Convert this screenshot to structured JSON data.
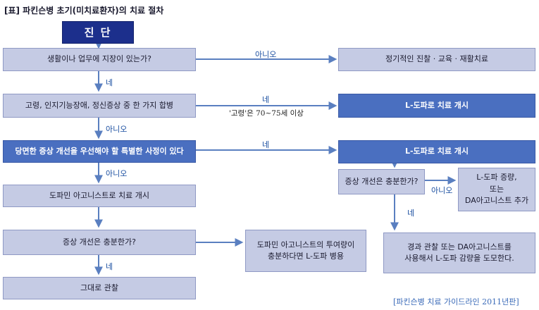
{
  "title": "[표] 파킨슨병 초기(미치료환자)의 치료 절차",
  "diagnosis": "진 단",
  "nodes": {
    "q1": "생활이나 업무에 지장이 있는가?",
    "r1": "정기적인 진찰 · 교육 · 재활치료",
    "q2": "고령, 인지기능장애, 정신증상 중 한 가지 합병",
    "r2": "L-도파로 치료 개시",
    "q3": "당면한 증상 개선을 우선해야 할 특별한 사정이 있다",
    "r3": "L-도파로 치료 개시",
    "s1": "도파민 아고니스트로 치료 개시",
    "q4": "증상 개선은 충분한가?",
    "r4_line1": "도파민 아고니스트의 투여량이",
    "r4_line2": "충분하다면 L-도파 병용",
    "end": "그대로 관찰",
    "q5": "증상 개선은 충분한가?",
    "r5_line1": "L-도파 증량,",
    "r5_line2": "또는",
    "r5_line3": "DA아고니스트 추가",
    "r6_line1": "경과 관찰 또는 DA아고니스트를",
    "r6_line2": "사용해서 L-도파 감량을 도모한다."
  },
  "labels": {
    "no1": "아니오",
    "yes1": "네",
    "yes2": "네",
    "note": "'고령'은 70~75세 이상",
    "no2": "아니오",
    "yes3": "네",
    "no3": "아니오",
    "yes4": "네",
    "no4": "아니오",
    "yes5": "네"
  },
  "source": "[파킨슨병 치료 가이드라인 2011년판]",
  "colors": {
    "box_light": "#c5cbe4",
    "box_dark": "#4a6fc0",
    "box_navy": "#1c2f8c",
    "arrow": "#5a7fc0",
    "label_text": "#1a4ea0"
  }
}
